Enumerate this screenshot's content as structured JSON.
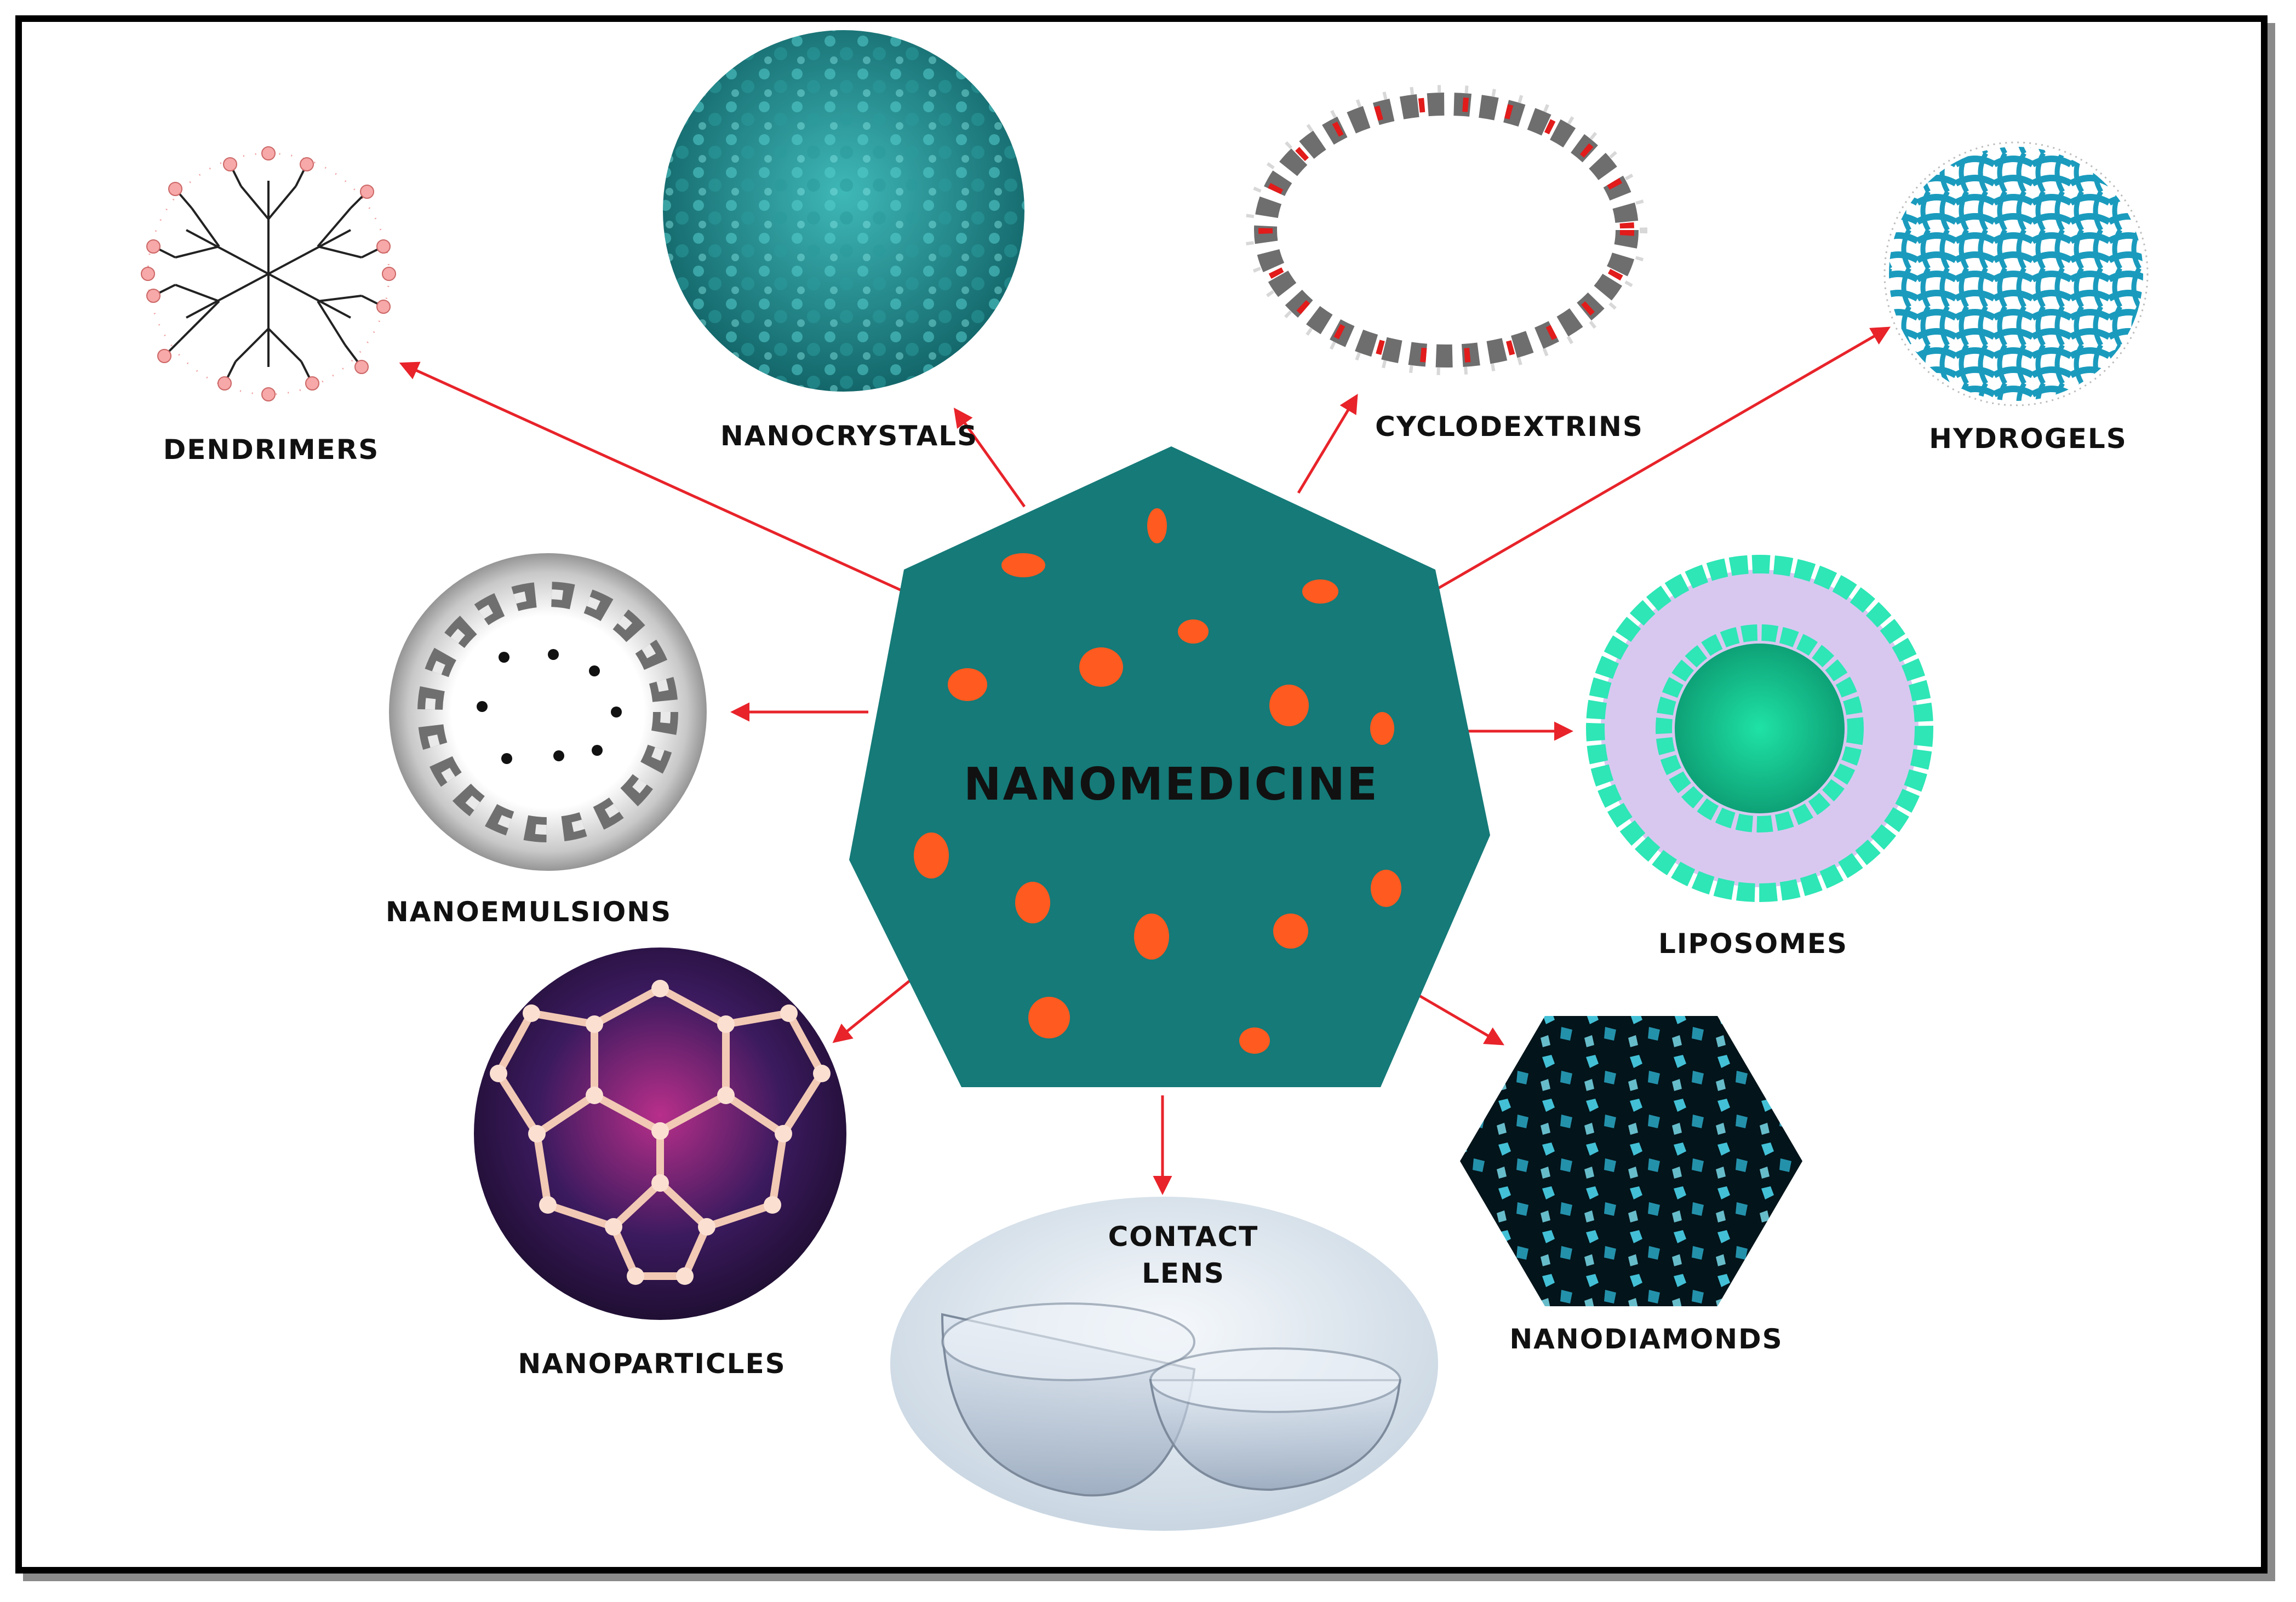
{
  "center": {
    "label": "NANOMEDICINE",
    "fill": "#157a78",
    "dot_color": "#ff5a1f"
  },
  "arrow_color": "#e8232a",
  "nodes": {
    "dendrimers": "DENDRIMERS",
    "nanocrystals": "NANOCRYSTALS",
    "cyclodextrins": "CYCLODEXTRINS",
    "hydrogels": "HYDROGELS",
    "nanoemulsions": "NANOEMULSIONS",
    "liposomes": "LIPOSOMES",
    "nanoparticles": "NANOPARTICLES",
    "contact_lens_line1": "CONTACT",
    "contact_lens_line2": "LENS",
    "nanodiamonds": "NANODIAMONDS"
  }
}
